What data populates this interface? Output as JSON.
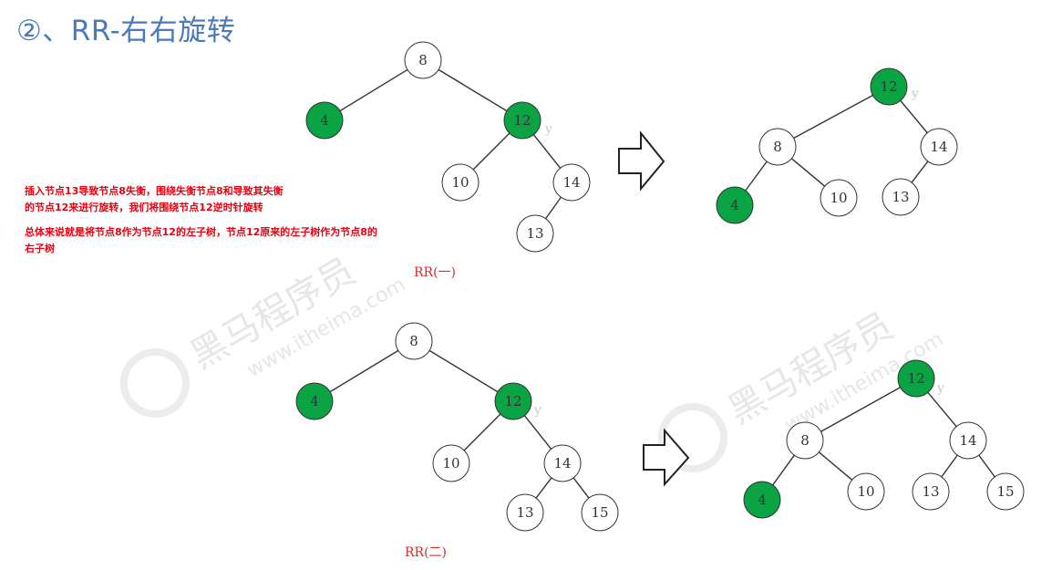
{
  "title": "②、RR-右右旋转",
  "notes": {
    "line1": "插入节点13导致节点8失衡，围绕失衡节点8和导致其失衡",
    "line2": "的节点12来进行旋转，我们将围绕节点12逆时针旋转",
    "line3": "总体来说就是将节点8作为节点12的左子树，节点12原来的左子树作为节点8的",
    "line4": "右子树"
  },
  "captions": {
    "rr1": "RR(一)",
    "rr2": "RR(二)"
  },
  "watermark": {
    "brand": "黑马程序员",
    "site": "www.itheima.com"
  },
  "colors": {
    "green": "#0aa444",
    "title": "#4a7ab8",
    "note": "#e60012",
    "caption": "#d9292b"
  },
  "trees": [
    {
      "id": "rr1-before",
      "nodes": [
        {
          "id": "n8",
          "label": "8",
          "green": false
        },
        {
          "id": "n4",
          "label": "4",
          "green": true
        },
        {
          "id": "n12",
          "label": "12",
          "green": true
        },
        {
          "id": "n10",
          "label": "10",
          "green": false
        },
        {
          "id": "n14",
          "label": "14",
          "green": false
        },
        {
          "id": "n13",
          "label": "13",
          "green": false
        }
      ],
      "edges": [
        [
          "n8",
          "n4"
        ],
        [
          "n8",
          "n12"
        ],
        [
          "n12",
          "n10"
        ],
        [
          "n12",
          "n14"
        ],
        [
          "n14",
          "n13"
        ]
      ]
    },
    {
      "id": "rr1-after",
      "nodes": [
        {
          "id": "n12",
          "label": "12",
          "green": true
        },
        {
          "id": "n8",
          "label": "8",
          "green": false
        },
        {
          "id": "n14",
          "label": "14",
          "green": false
        },
        {
          "id": "n4",
          "label": "4",
          "green": true
        },
        {
          "id": "n10",
          "label": "10",
          "green": false
        },
        {
          "id": "n13",
          "label": "13",
          "green": false
        }
      ],
      "edges": [
        [
          "n12",
          "n8"
        ],
        [
          "n12",
          "n14"
        ],
        [
          "n8",
          "n4"
        ],
        [
          "n8",
          "n10"
        ],
        [
          "n14",
          "n13"
        ]
      ]
    },
    {
      "id": "rr2-before",
      "nodes": [
        {
          "id": "n8",
          "label": "8",
          "green": false
        },
        {
          "id": "n4",
          "label": "4",
          "green": true
        },
        {
          "id": "n12",
          "label": "12",
          "green": true
        },
        {
          "id": "n10",
          "label": "10",
          "green": false
        },
        {
          "id": "n14",
          "label": "14",
          "green": false
        },
        {
          "id": "n13",
          "label": "13",
          "green": false
        },
        {
          "id": "n15",
          "label": "15",
          "green": false
        }
      ],
      "edges": [
        [
          "n8",
          "n4"
        ],
        [
          "n8",
          "n12"
        ],
        [
          "n12",
          "n10"
        ],
        [
          "n12",
          "n14"
        ],
        [
          "n14",
          "n13"
        ],
        [
          "n14",
          "n15"
        ]
      ]
    },
    {
      "id": "rr2-after",
      "nodes": [
        {
          "id": "n12",
          "label": "12",
          "green": true
        },
        {
          "id": "n8",
          "label": "8",
          "green": false
        },
        {
          "id": "n14",
          "label": "14",
          "green": false
        },
        {
          "id": "n4",
          "label": "4",
          "green": true
        },
        {
          "id": "n10",
          "label": "10",
          "green": false
        },
        {
          "id": "n13",
          "label": "13",
          "green": false
        },
        {
          "id": "n15",
          "label": "15",
          "green": false
        }
      ],
      "edges": [
        [
          "n12",
          "n8"
        ],
        [
          "n12",
          "n14"
        ],
        [
          "n8",
          "n4"
        ],
        [
          "n8",
          "n10"
        ],
        [
          "n14",
          "n13"
        ],
        [
          "n14",
          "n15"
        ]
      ]
    }
  ]
}
